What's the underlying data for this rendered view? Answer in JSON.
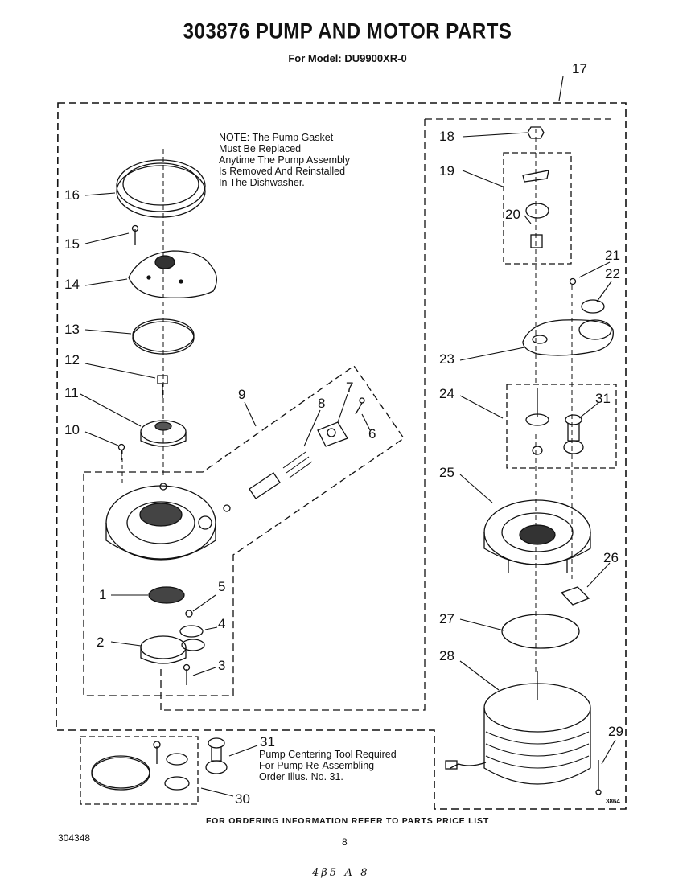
{
  "header": {
    "title": "303876 PUMP AND MOTOR PARTS",
    "model": "For Model: DU9900XR-0"
  },
  "note": {
    "lines": [
      "NOTE: The Pump Gasket",
      "Must Be Replaced",
      "Anytime The Pump Assembly",
      "Is Removed And Reinstalled",
      "In The Dishwasher."
    ]
  },
  "tool_note": {
    "lines": [
      "Pump Centering Tool Required",
      "For Pump Re-Assembling—",
      "Order Illus. No. 31."
    ]
  },
  "callouts": {
    "n1": "1",
    "n2": "2",
    "n3": "3",
    "n4": "4",
    "n5": "5",
    "n6": "6",
    "n7": "7",
    "n8": "8",
    "n9": "9",
    "n10": "10",
    "n11": "11",
    "n12": "12",
    "n13": "13",
    "n14": "14",
    "n15": "15",
    "n16": "16",
    "n17": "17",
    "n18": "18",
    "n19": "19",
    "n20": "20",
    "n21": "21",
    "n22": "22",
    "n23": "23",
    "n24": "24",
    "n25": "25",
    "n26": "26",
    "n27": "27",
    "n28": "28",
    "n29": "29",
    "n30": "30",
    "n31a": "31",
    "n31b": "31"
  },
  "footer": {
    "ordering": "FOR ORDERING INFORMATION REFER TO PARTS PRICE LIST",
    "doc_number": "304348",
    "page": "8",
    "handwritten": "4β5-A-8",
    "figure_code": "3864"
  }
}
